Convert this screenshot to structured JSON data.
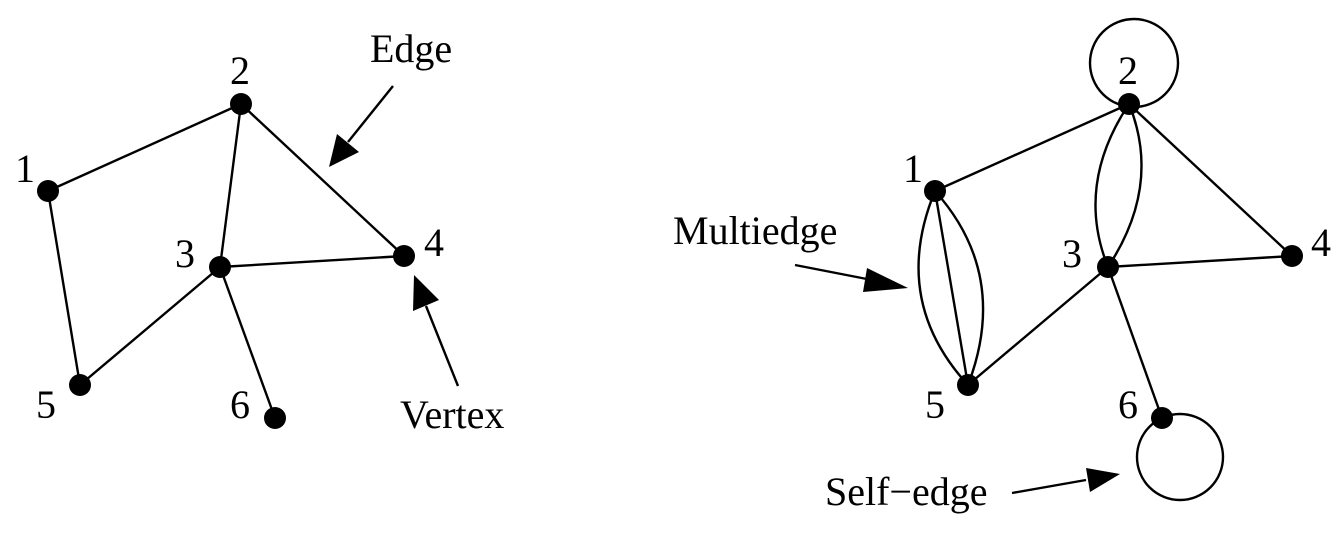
{
  "left_graph": {
    "nodes": [
      {
        "id": "1",
        "label": "1"
      },
      {
        "id": "2",
        "label": "2"
      },
      {
        "id": "3",
        "label": "3"
      },
      {
        "id": "4",
        "label": "4"
      },
      {
        "id": "5",
        "label": "5"
      },
      {
        "id": "6",
        "label": "6"
      }
    ],
    "edges": [
      [
        "1",
        "2"
      ],
      [
        "2",
        "3"
      ],
      [
        "2",
        "4"
      ],
      [
        "1",
        "5"
      ],
      [
        "3",
        "4"
      ],
      [
        "3",
        "5"
      ],
      [
        "3",
        "6"
      ]
    ],
    "annotations": {
      "edge": "Edge",
      "vertex": "Vertex"
    }
  },
  "right_graph": {
    "nodes": [
      {
        "id": "1",
        "label": "1"
      },
      {
        "id": "2",
        "label": "2"
      },
      {
        "id": "3",
        "label": "3"
      },
      {
        "id": "4",
        "label": "4"
      },
      {
        "id": "5",
        "label": "5"
      },
      {
        "id": "6",
        "label": "6"
      }
    ],
    "edges": [
      [
        "1",
        "2"
      ],
      [
        "2",
        "4"
      ],
      [
        "3",
        "4"
      ],
      [
        "3",
        "5"
      ],
      [
        "3",
        "6"
      ]
    ],
    "multiedges": [
      {
        "between": [
          "2",
          "3"
        ],
        "count": 2
      },
      {
        "between": [
          "1",
          "5"
        ],
        "count": 3
      }
    ],
    "self_edges": [
      "2",
      "6"
    ],
    "annotations": {
      "multiedge": "Multiedge",
      "self_edge": "Self−edge"
    }
  },
  "colors": {
    "ink": "#000000",
    "background": "#ffffff"
  }
}
